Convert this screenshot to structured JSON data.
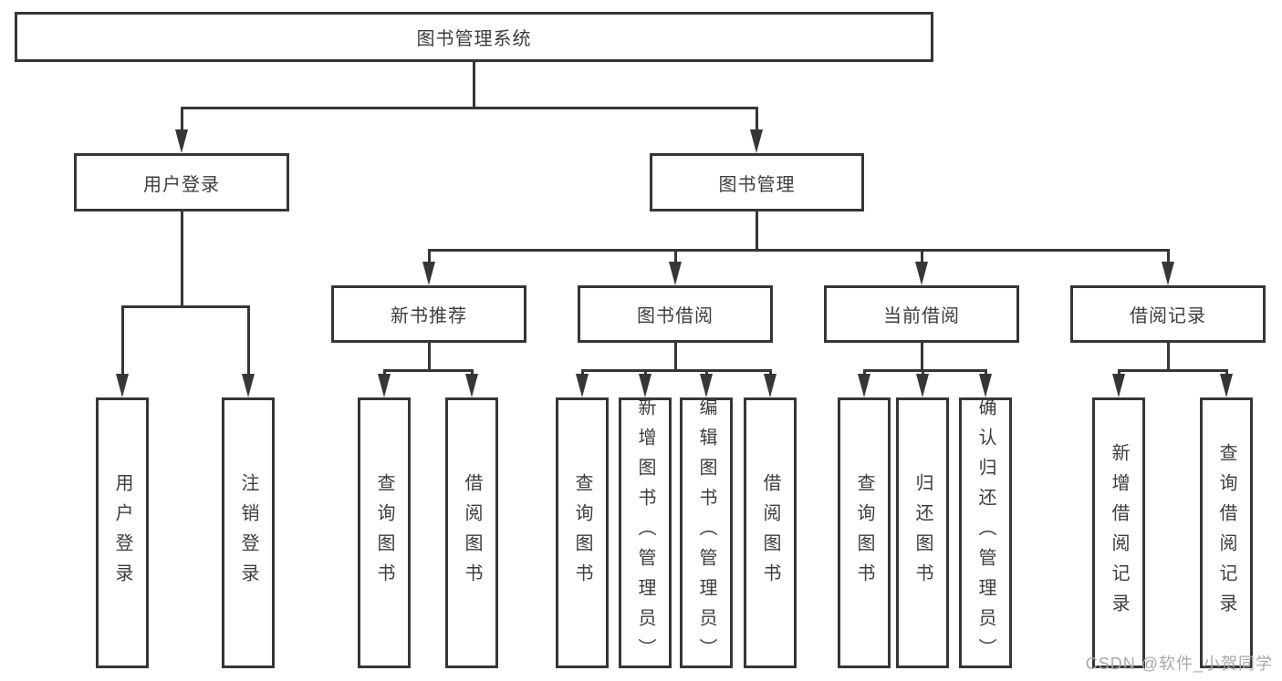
{
  "diagram": {
    "title_node": "图书管理系统",
    "level2": {
      "user_login": "用户登录",
      "book_mgmt": "图书管理"
    },
    "level3": {
      "new_book_rec": "新书推荐",
      "book_borrow": "图书借阅",
      "current_borrow": "当前借阅",
      "borrow_records": "借阅记录"
    },
    "leaves": {
      "a1": "用户登录",
      "a2": "注销登录",
      "b1": "查询图书",
      "b2": "借阅图书",
      "c1": "查询图书",
      "c2": "新增图书（管理员）",
      "c3": "编辑图书（管理员）",
      "c4": "借阅图书",
      "d1": "查询图书",
      "d2": "归还图书",
      "d3": "确认归还（管理员）",
      "e1": "新增借阅记录",
      "e2": "查询借阅记录"
    }
  },
  "watermark": "CSDN @软件_小贺同学",
  "colors": {
    "line": "#363636",
    "text": "#3d3d3d",
    "watermark": "#a9a9a9"
  }
}
